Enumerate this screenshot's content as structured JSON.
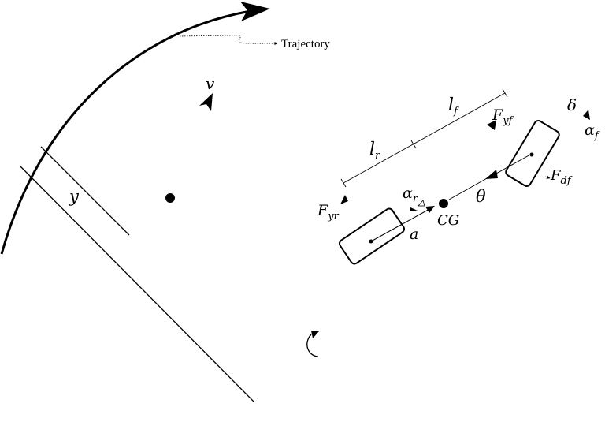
{
  "labels": {
    "trajectory": "Trajectory",
    "v": "v",
    "y": "y",
    "l": "l",
    "l_f_sub": "f",
    "l_r_sub": "r",
    "F": "F",
    "F_yf_sub": "yf",
    "F_yr_sub": "yr",
    "F_df_sub": "df",
    "delta": "δ",
    "alpha": "α",
    "alpha_f_sub": "f",
    "alpha_r_sub": "r",
    "theta": "θ",
    "a": "a",
    "cg": "CG"
  },
  "colors": {
    "stroke": "#000000",
    "background": "#ffffff"
  }
}
